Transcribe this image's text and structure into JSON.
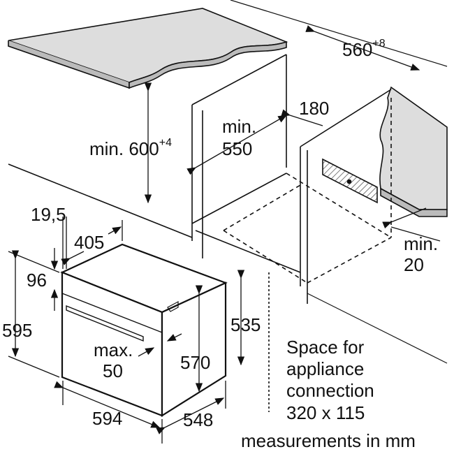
{
  "labels": {
    "width_niche": "560",
    "width_niche_tol": "+8",
    "vent_depth": "180",
    "height_niche": "min. 600",
    "height_niche_tol": "+4",
    "min_depth_prefix": "min.",
    "min_depth": "550",
    "front_offset": "19,5",
    "top_depth": "405",
    "panel_height": "96",
    "oven_height": "595",
    "handle_prefix": "max.",
    "handle_depth": "50",
    "body_height": "570",
    "rear_height": "535",
    "oven_width": "594",
    "oven_depth": "548",
    "gap_prefix": "min.",
    "gap": "20",
    "space_line1": "Space for",
    "space_line2": "appliance",
    "space_line3": "connection",
    "space_line4": "320 x 115",
    "units": "measurements in mm"
  },
  "colors": {
    "line": "#111111",
    "countertop": "#d9d9d9",
    "hatch": "#555555"
  }
}
